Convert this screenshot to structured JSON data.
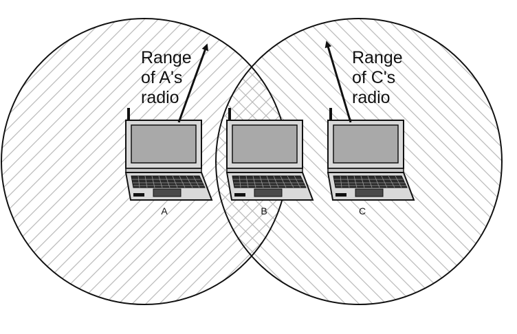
{
  "diagram": {
    "nodes": [
      {
        "id": "A",
        "label": "A"
      },
      {
        "id": "B",
        "label": "B"
      },
      {
        "id": "C",
        "label": "C"
      }
    ],
    "ranges": [
      {
        "owner": "A",
        "lines": [
          "Range",
          "of A's",
          "radio"
        ]
      },
      {
        "owner": "C",
        "lines": [
          "Range",
          "of C's",
          "radio"
        ]
      }
    ],
    "colors": {
      "circle_stroke": "#111111",
      "hatch": "#b8b8b8",
      "laptop_body": "#d9d9d9",
      "laptop_screen": "#a9a9a9",
      "laptop_outline": "#111111",
      "keyboard": "#2a2a2a"
    }
  }
}
